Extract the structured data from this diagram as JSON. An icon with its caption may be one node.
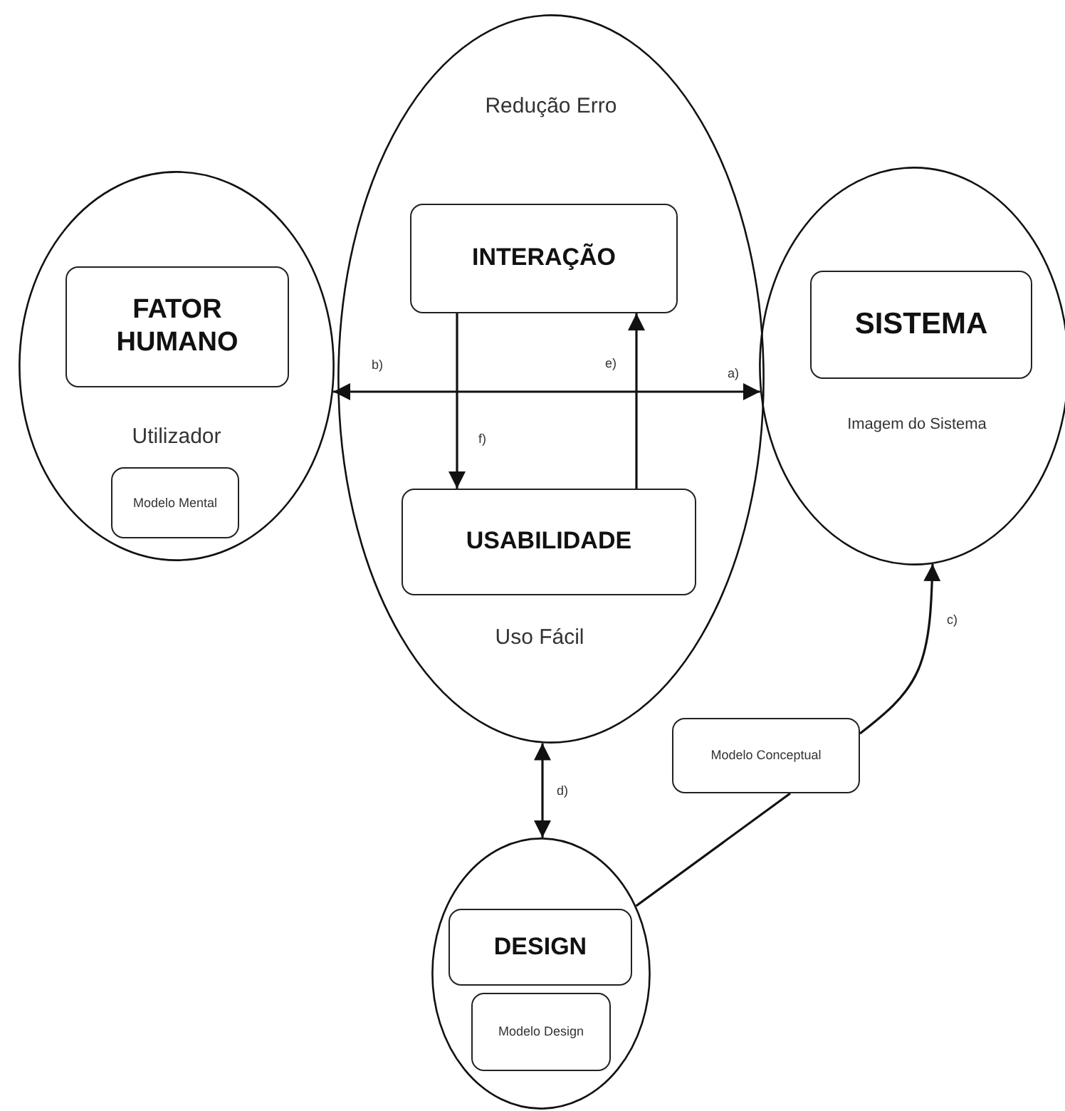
{
  "diagram": {
    "nodes": [
      {
        "text": [
          "Utilizador"
        ]
      },
      {
        "text": [
          "FATOR HUMANO"
        ],
        "in": 0
      },
      {
        "text": [
          "Modelo Mental"
        ],
        "in": 0
      },
      {
        "text": [
          "Redução Erro",
          "Uso Fácil"
        ]
      },
      {
        "text": [
          "INTERAÇÃO"
        ],
        "in": 3
      },
      {
        "text": [
          "USABILIDADE"
        ],
        "in": 3
      },
      {
        "text": [
          "Imagem do Sistema"
        ]
      },
      {
        "text": [
          "SISTEMA"
        ],
        "in": 6
      },
      {
        "text": [
          "Modelo Conceptual"
        ]
      },
      {
        "text": [],
        "shape": "ellipse"
      },
      {
        "text": [
          "DESIGN"
        ],
        "in": 9
      },
      {
        "text": [
          "Modelo Design"
        ],
        "in": 9
      }
    ],
    "edges": [
      {
        "from": 0,
        "to": 6,
        "arrow": "both",
        "label": "a)"
      },
      {
        "from": 4,
        "to": 5,
        "arrow": "to",
        "label": "f)"
      },
      {
        "from": 5,
        "to": 4,
        "arrow": "to",
        "label": "e)"
      },
      {
        "from": 3,
        "to": 9,
        "arrow": "both",
        "label": "d)"
      },
      {
        "from": 9,
        "to": 8,
        "arrow": "none"
      },
      {
        "from": 8,
        "to": 6,
        "arrow": "to",
        "label": "c)"
      }
    ],
    "labels": [
      "b)"
    ]
  }
}
